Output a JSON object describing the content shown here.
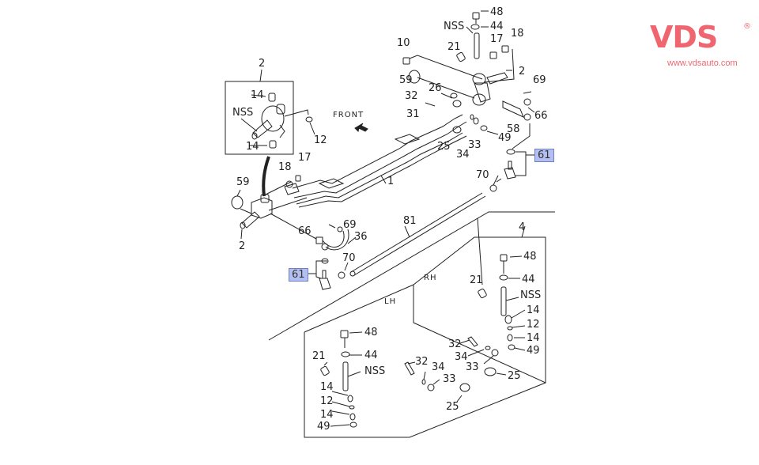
{
  "watermark": {
    "brand": "VDS",
    "registered": "®",
    "url": "www.vdsauto.com",
    "color": "#f06670"
  },
  "diagram": {
    "direction_label": "FRONT",
    "side_labels": {
      "lh": "LH",
      "rh": "RH"
    },
    "highlight_color": "#b3bff0",
    "callouts": [
      {
        "id": "c48-top",
        "text": "48"
      },
      {
        "id": "c44-top",
        "text": "44"
      },
      {
        "id": "cnss-top",
        "text": "NSS"
      },
      {
        "id": "c17-top",
        "text": "17"
      },
      {
        "id": "c18-top",
        "text": "18"
      },
      {
        "id": "c10",
        "text": "10"
      },
      {
        "id": "c21-top",
        "text": "21"
      },
      {
        "id": "c2-right",
        "text": "2"
      },
      {
        "id": "c69-right",
        "text": "69"
      },
      {
        "id": "c59-right",
        "text": "59"
      },
      {
        "id": "c26",
        "text": "26"
      },
      {
        "id": "c32-top",
        "text": "32"
      },
      {
        "id": "c31",
        "text": "31"
      },
      {
        "id": "c66-right",
        "text": "66"
      },
      {
        "id": "c58",
        "text": "58"
      },
      {
        "id": "c49-top",
        "text": "49"
      },
      {
        "id": "c25-top",
        "text": "25"
      },
      {
        "id": "c33-top",
        "text": "33"
      },
      {
        "id": "c34-top",
        "text": "34"
      },
      {
        "id": "c70-right",
        "text": "70"
      },
      {
        "id": "c1",
        "text": "1"
      },
      {
        "id": "c2-inset",
        "text": "2"
      },
      {
        "id": "c14-inset-top",
        "text": "14"
      },
      {
        "id": "cnss-inset",
        "text": "NSS"
      },
      {
        "id": "c12-inset",
        "text": "12"
      },
      {
        "id": "c14-inset-bottom",
        "text": "14"
      },
      {
        "id": "c18-left",
        "text": "18"
      },
      {
        "id": "c17-left",
        "text": "17"
      },
      {
        "id": "c59-left",
        "text": "59"
      },
      {
        "id": "c2-left",
        "text": "2"
      },
      {
        "id": "c69-left",
        "text": "69"
      },
      {
        "id": "c66-left",
        "text": "66"
      },
      {
        "id": "c36",
        "text": "36"
      },
      {
        "id": "c70-left",
        "text": "70"
      },
      {
        "id": "c81",
        "text": "81"
      },
      {
        "id": "c4",
        "text": "4"
      },
      {
        "id": "c48-rh",
        "text": "48"
      },
      {
        "id": "c44-rh",
        "text": "44"
      },
      {
        "id": "c21-rh",
        "text": "21"
      },
      {
        "id": "cnss-rh",
        "text": "NSS"
      },
      {
        "id": "c14-rh-a",
        "text": "14"
      },
      {
        "id": "c12-rh",
        "text": "12"
      },
      {
        "id": "c14-rh-b",
        "text": "14"
      },
      {
        "id": "c49-rh",
        "text": "49"
      },
      {
        "id": "c32-rh",
        "text": "32"
      },
      {
        "id": "c34-rh",
        "text": "34"
      },
      {
        "id": "c33-rh",
        "text": "33"
      },
      {
        "id": "c25-rh",
        "text": "25"
      },
      {
        "id": "c48-lh",
        "text": "48"
      },
      {
        "id": "c44-lh",
        "text": "44"
      },
      {
        "id": "c21-lh",
        "text": "21"
      },
      {
        "id": "cnss-lh",
        "text": "NSS"
      },
      {
        "id": "c14-lh-a",
        "text": "14"
      },
      {
        "id": "c12-lh",
        "text": "12"
      },
      {
        "id": "c14-lh-b",
        "text": "14"
      },
      {
        "id": "c49-lh",
        "text": "49"
      },
      {
        "id": "c32-lh",
        "text": "32"
      },
      {
        "id": "c34-lh",
        "text": "34"
      },
      {
        "id": "c33-lh",
        "text": "33"
      },
      {
        "id": "c25-lh",
        "text": "25"
      }
    ],
    "highlighted_callouts": [
      {
        "id": "c61-right",
        "text": "61"
      },
      {
        "id": "c61-left",
        "text": "61"
      }
    ]
  }
}
